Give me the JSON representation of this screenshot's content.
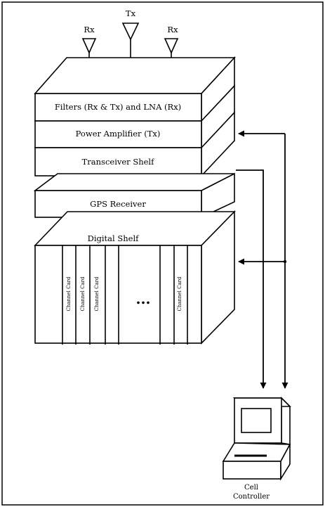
{
  "antennas": {
    "rx_left": "Rx",
    "tx_center": "Tx",
    "rx_right": "Rx"
  },
  "shelves": {
    "filters": "Filters (Rx & Tx) and LNA (Rx)",
    "power_amplifier": "Power Amplifier  (Tx)",
    "transceiver": "Transceiver Shelf",
    "gps": "GPS Receiver",
    "digital": "Digital Shelf"
  },
  "channel_cards": {
    "label": "Channel Card",
    "ellipsis": "..."
  },
  "controller": {
    "line1": "Cell",
    "line2": "Controller"
  }
}
